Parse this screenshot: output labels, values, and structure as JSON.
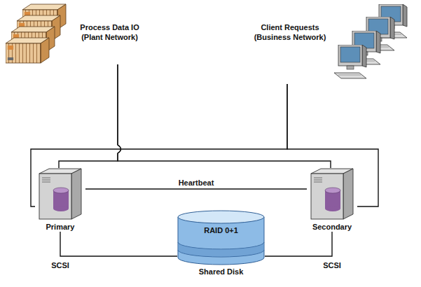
{
  "diagram": {
    "nodes": [
      {
        "text": [
          "Process Data IO (Plant Network)"
        ]
      },
      {
        "text": [
          "Client Requests (Business Network)"
        ]
      },
      {
        "text": [
          "Primary"
        ]
      },
      {
        "text": [
          "Secondary"
        ]
      },
      {
        "text": [
          "RAID 0+1",
          "Shared Disk"
        ]
      }
    ],
    "edges": [
      {
        "from": 2,
        "to": 3,
        "label": "Heartbeat",
        "arrow": "none"
      },
      {
        "from": 2,
        "to": 4,
        "label": "SCSI",
        "arrow": "none"
      },
      {
        "from": 3,
        "to": 4,
        "label": "SCSI",
        "arrow": "none"
      },
      {
        "from": 0,
        "to": 2,
        "arrow": "none"
      },
      {
        "from": 0,
        "to": 3,
        "arrow": "none"
      },
      {
        "from": 1,
        "to": 2,
        "arrow": "none"
      },
      {
        "from": 1,
        "to": 3,
        "arrow": "none"
      }
    ]
  }
}
